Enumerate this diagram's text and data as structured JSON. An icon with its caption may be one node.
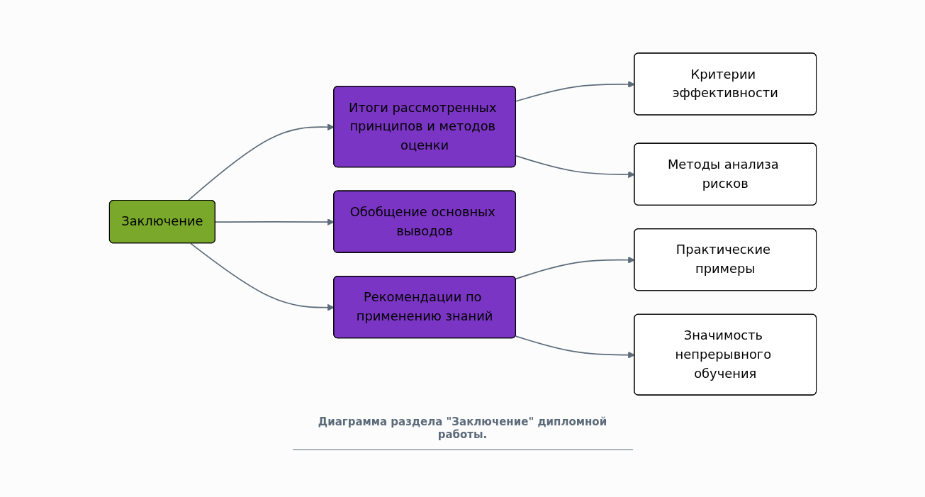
{
  "diagram": {
    "caption": "Диаграмма раздела \"Заключение\" дипломной работы.",
    "nodes": [
      {
        "text": [
          "Заключение"
        ]
      },
      {
        "text": [
          "Итоги рассмотренных принципов и методов оценки"
        ]
      },
      {
        "text": [
          "Обобщение основных выводов"
        ]
      },
      {
        "text": [
          "Рекомендации по применению знаний"
        ]
      },
      {
        "text": [
          "Критерии эффективности"
        ]
      },
      {
        "text": [
          "Методы анализа рисков"
        ]
      },
      {
        "text": [
          "Практические примеры"
        ]
      },
      {
        "text": [
          "Значимость непрерывного обучения"
        ]
      }
    ],
    "edges": [
      {
        "from": 0,
        "to": 1,
        "arrow": "to"
      },
      {
        "from": 0,
        "to": 2,
        "arrow": "to"
      },
      {
        "from": 0,
        "to": 3,
        "arrow": "to"
      },
      {
        "from": 1,
        "to": 4,
        "arrow": "to"
      },
      {
        "from": 1,
        "to": 5,
        "arrow": "to"
      },
      {
        "from": 3,
        "to": 6,
        "arrow": "to"
      },
      {
        "from": 3,
        "to": 7,
        "arrow": "to"
      }
    ]
  }
}
